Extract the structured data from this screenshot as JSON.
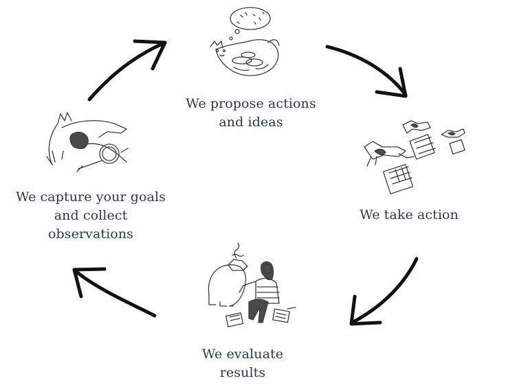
{
  "cycle": {
    "steps": [
      {
        "lines": [
          "We propose actions",
          "and ideas"
        ]
      },
      {
        "lines": [
          "We take action"
        ]
      },
      {
        "lines": [
          "We evaluate",
          "results"
        ]
      },
      {
        "lines": [
          "We capture your goals",
          "and collect",
          "observations"
        ]
      }
    ]
  },
  "colors": {
    "text": "#2c3a44",
    "arrows": "#111111",
    "sketch": "#3a3a3a"
  },
  "icons": {
    "propose": "cat-dreaming-illustration",
    "action": "birds-with-calendars-illustration",
    "evaluate": "person-and-dog-illustration",
    "capture": "bird-with-magnifier-illustration"
  }
}
